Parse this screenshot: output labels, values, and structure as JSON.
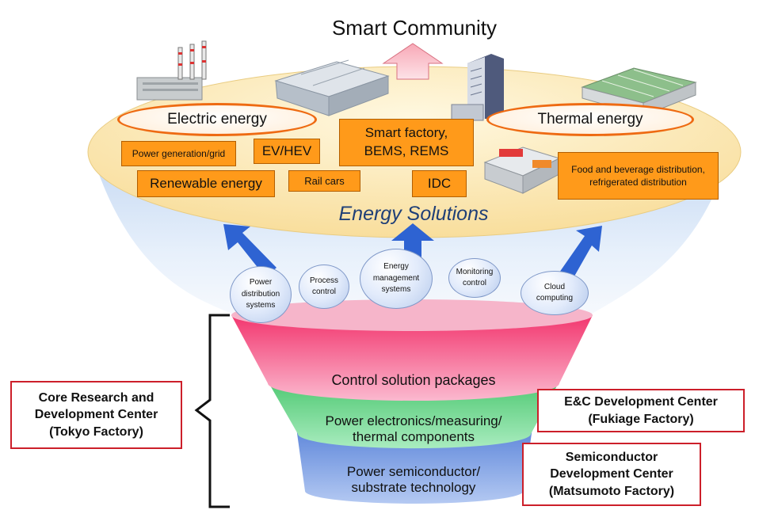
{
  "title": "Smart Community",
  "energy_solutions_label": "Energy Solutions",
  "ellipse_labels": {
    "electric": "Electric energy",
    "thermal": "Thermal  energy"
  },
  "applications": {
    "power_generation": "Power generation/grid",
    "ev_hev": "EV/HEV",
    "smart_factory": "Smart factory,\nBEMS,  REMS",
    "renewable": "Renewable energy",
    "rail_cars": "Rail cars",
    "idc": "IDC",
    "food": "Food  and  beverage  distribution,\nrefrigerated  distribution"
  },
  "bubbles": {
    "power_distribution": "Power\ndistribution\nsystems",
    "process_control": "Process\ncontrol",
    "energy_management": "Energy\nmanagement\nsystems",
    "monitoring_control": "Monitoring\ncontrol",
    "cloud_computing": "Cloud\ncomputing"
  },
  "layers": {
    "control": "Control  solution  packages",
    "power_electronics": "Power electronics/measuring/\nthermal  components",
    "semiconductor": "Power  semiconductor/\nsubstrate  technology"
  },
  "centers": {
    "core": "Core Research and\nDevelopment Center\n(Tokyo Factory)",
    "ec": "E&C Development Center\n(Fukiage Factory)",
    "semiconductor": "Semiconductor\nDevelopment Center\n(Matsumoto Factory)"
  },
  "colors": {
    "top_ellipse": "#fbe3a4",
    "orange_box": "#ff9a1a",
    "orange_ring": "#ee6a12",
    "pink_layer": "#f3417a",
    "green_layer": "#62d184",
    "blue_layer": "#6f95e0",
    "arrow_blue": "#2e63d2",
    "red_border": "#cc1f2a"
  }
}
